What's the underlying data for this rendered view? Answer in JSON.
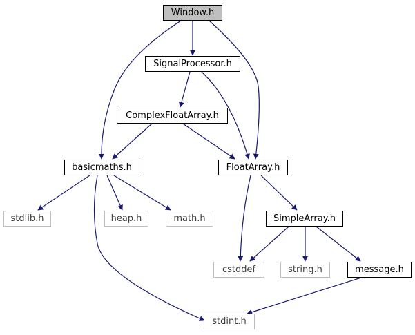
{
  "graph": {
    "nodes": [
      {
        "id": "window",
        "label": "Window.h",
        "kind": "root"
      },
      {
        "id": "signalprocessor",
        "label": "SignalProcessor.h",
        "kind": "normal"
      },
      {
        "id": "complexfloatarray",
        "label": "ComplexFloatArray.h",
        "kind": "normal"
      },
      {
        "id": "basicmaths",
        "label": "basicmaths.h",
        "kind": "normal"
      },
      {
        "id": "floatarray",
        "label": "FloatArray.h",
        "kind": "normal"
      },
      {
        "id": "stdlib",
        "label": "stdlib.h",
        "kind": "external"
      },
      {
        "id": "heap",
        "label": "heap.h",
        "kind": "external"
      },
      {
        "id": "math",
        "label": "math.h",
        "kind": "external"
      },
      {
        "id": "simplearray",
        "label": "SimpleArray.h",
        "kind": "normal"
      },
      {
        "id": "cstddef",
        "label": "cstddef",
        "kind": "external"
      },
      {
        "id": "string",
        "label": "string.h",
        "kind": "external"
      },
      {
        "id": "message",
        "label": "message.h",
        "kind": "normal"
      },
      {
        "id": "stdint",
        "label": "stdint.h",
        "kind": "external"
      }
    ],
    "edges": [
      {
        "from": "window",
        "to": "signalprocessor"
      },
      {
        "from": "window",
        "to": "basicmaths"
      },
      {
        "from": "window",
        "to": "floatarray"
      },
      {
        "from": "signalprocessor",
        "to": "complexfloatarray"
      },
      {
        "from": "signalprocessor",
        "to": "floatarray"
      },
      {
        "from": "complexfloatarray",
        "to": "basicmaths"
      },
      {
        "from": "complexfloatarray",
        "to": "floatarray"
      },
      {
        "from": "basicmaths",
        "to": "stdlib"
      },
      {
        "from": "basicmaths",
        "to": "heap"
      },
      {
        "from": "basicmaths",
        "to": "math"
      },
      {
        "from": "basicmaths",
        "to": "stdint"
      },
      {
        "from": "floatarray",
        "to": "cstddef"
      },
      {
        "from": "floatarray",
        "to": "simplearray"
      },
      {
        "from": "simplearray",
        "to": "cstddef"
      },
      {
        "from": "simplearray",
        "to": "string"
      },
      {
        "from": "simplearray",
        "to": "message"
      },
      {
        "from": "message",
        "to": "stdint"
      }
    ],
    "colors": {
      "edge": "#191970",
      "root_fill": "#bfbfbf",
      "node_border": "#000000",
      "external_border": "#bfbfbf",
      "external_text": "#404040"
    }
  }
}
